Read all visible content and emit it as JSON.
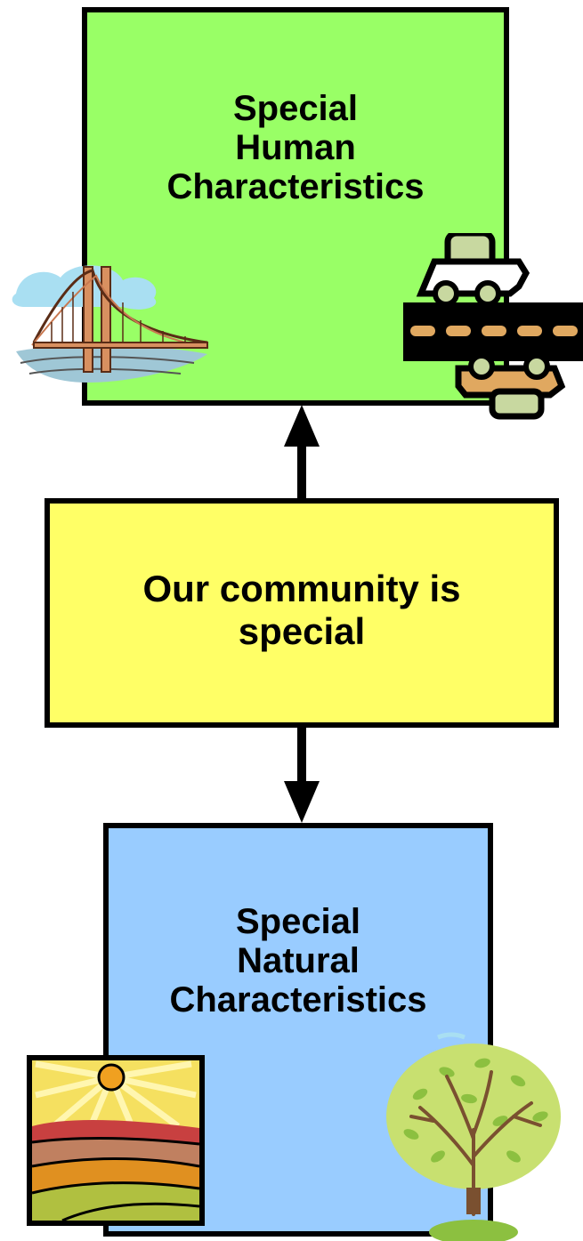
{
  "diagram": {
    "top_box": {
      "lines": [
        "Special",
        "Human",
        "Characteristics"
      ],
      "color": "#99ff66"
    },
    "center_box": {
      "lines": [
        "Our community is",
        "special"
      ],
      "color": "#ffff66"
    },
    "bottom_box": {
      "lines": [
        "Special",
        "Natural",
        "Characteristics"
      ],
      "color": "#99ccff"
    },
    "icons": [
      "bridge-icon",
      "traffic-icon",
      "landscape-icon",
      "tree-icon"
    ]
  }
}
